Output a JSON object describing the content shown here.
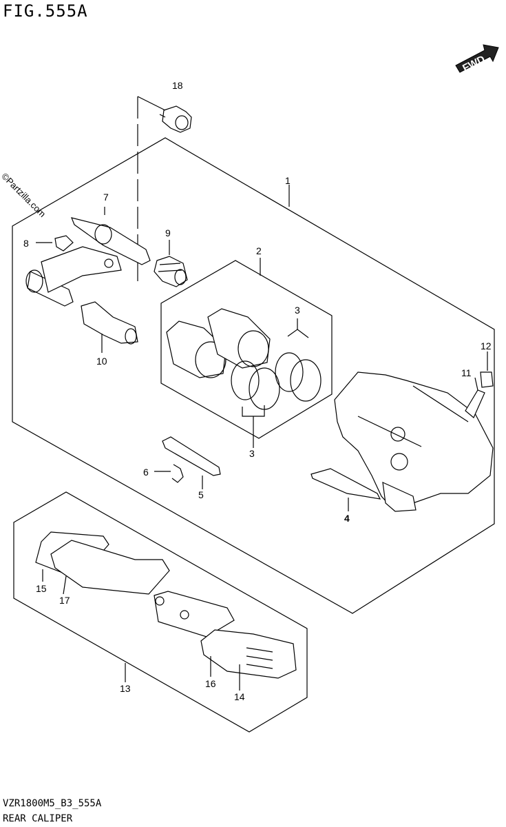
{
  "header": {
    "figure_title": "FIG.555A",
    "fwd_label": "FWD"
  },
  "watermark": "©Partzilla.com",
  "footer": {
    "code": "VZR1800M5_B3_555A",
    "name": "REAR CALIPER"
  },
  "callouts": {
    "c1": "1",
    "c2": "2",
    "c3a": "3",
    "c3b": "3",
    "c4": "4",
    "c5": "5",
    "c6": "6",
    "c7": "7",
    "c8": "8",
    "c9": "9",
    "c10": "10",
    "c11": "11",
    "c12": "12",
    "c13": "13",
    "c14": "14",
    "c15": "15",
    "c16": "16",
    "c17": "17",
    "c18": "18"
  }
}
